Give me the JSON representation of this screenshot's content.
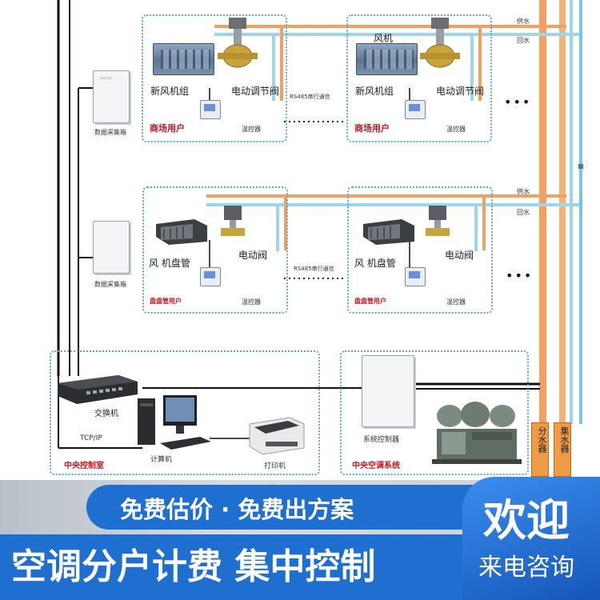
{
  "pipes": {
    "supply": "供水",
    "return": "回水"
  },
  "floor1": {
    "units": [
      {
        "ahu_label": "新风机组",
        "valve_label": "电动调节阀",
        "fan_label": "",
        "user_label": "商场用户",
        "thermostat_label": "温控器"
      },
      {
        "ahu_label": "新风机组",
        "valve_label": "电动调节阀",
        "fan_label": "风机",
        "user_label": "商场用户",
        "thermostat_label": "温控器"
      }
    ],
    "collector_label": "数据采集箱",
    "comm_label": "RS485串行通信"
  },
  "floor2": {
    "units": [
      {
        "coil_label": "风 机盘管",
        "valve_label": "电动阀",
        "user_label": "盘盘管用户",
        "thermostat_label": "温控器"
      },
      {
        "coil_label": "风 机盘管",
        "valve_label": "电动阀",
        "user_label": "盘盘管用户",
        "thermostat_label": "温控器"
      }
    ],
    "collector_label": "数据采集箱",
    "comm_label": "RS485串行通信"
  },
  "control_room": {
    "switch_label": "交换机",
    "tcpip_label": "TCP/IP",
    "computer_label": "计算机",
    "printer_label": "打印机",
    "title": "中央控制室"
  },
  "ac_system": {
    "controller_label": "系统控制器",
    "title": "中央空调系统",
    "divider_label": "分水器",
    "collector_label": "集水器"
  },
  "banner": {
    "tagline": "免费估价 · 免费出方案",
    "headline": "空调分户计费 集中控制",
    "welcome": "欢迎",
    "call": "来电咨询"
  },
  "colors": {
    "supply_pipe": "#f0a060",
    "return_pipe": "#8fd0e8",
    "banner_blue": "#1f6fd0",
    "label_red": "#c0181f"
  }
}
